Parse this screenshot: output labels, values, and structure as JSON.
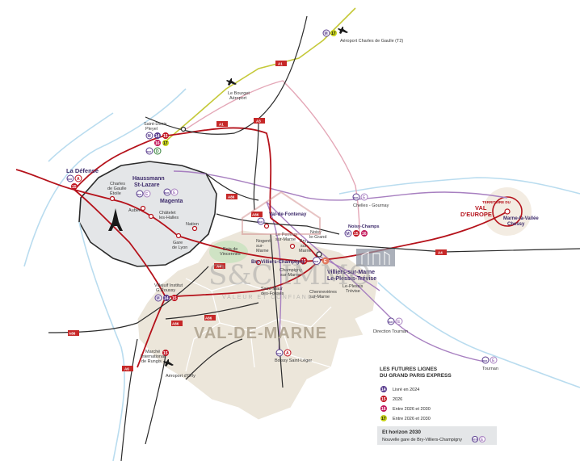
{
  "labels": {
    "cdg": "Aéroport Charles de Gaulle (T2)",
    "bourget_1": "Le Bourget",
    "bourget_2": "Aéroport",
    "saint_denis_1": "Saint-Denis",
    "saint_denis_2": "Pleyel",
    "la_defense": "La Défense",
    "cdg_etoile_1": "Charles",
    "cdg_etoile_2": "de Gaulle",
    "cdg_etoile_3": "Étoile",
    "haussmann_1": "Haussmann",
    "haussmann_2": "St-Lazare",
    "magenta": "Magenta",
    "auber": "Auber",
    "chatelet_1": "Châtelet",
    "chatelet_2": "les-Halles",
    "nation": "Nation",
    "gare_lyon_1": "Gare",
    "gare_lyon_2": "de Lyon",
    "val_fontenay": "Val-de-Fontenay",
    "perreux_1": "Le Perreux",
    "perreux_2": "sur-Marne",
    "nogent_1": "Nogent",
    "nogent_2": "sur-",
    "nogent_3": "Marne",
    "noisy_1": "Noisy",
    "noisy_2": "le-Grand",
    "bry_1": "Bry",
    "bry_2": "sur-",
    "bry_3": "Marne",
    "noisy_champs": "Noisy-Champs",
    "chelles_gournay": "Chelles - Gournay",
    "territoire_1": "TERRITOIRE DU",
    "territoire_2": "VAL",
    "territoire_3": "D'EUROPE",
    "marne_vallee_1": "Marne-la-Vallée",
    "marne_vallee_2": "Chessy",
    "bois_1": "Bois de",
    "bois_2": "Vincennes",
    "bry_villiers": "Bry-Villiers-Champigny",
    "champigny_1": "Champigny",
    "champigny_2": "sur-Marne",
    "villiers_1": "Villiers-sur-Marne",
    "villiers_2": "Le-Plessis-Trévise",
    "saint_maur_1": "Saint-Maur",
    "saint_maur_2": "des-Fossés",
    "chennevieres_1": "Chennevières",
    "chennevieres_2": "sur-Marne",
    "plessis_1": "Le-Plessis",
    "plessis_2": "Trévise",
    "villejuif_1": "Villejuif Institut",
    "villejuif_2": "G.Roussy",
    "val_de_marne": "VAL-DE-MARNE",
    "direction_tournan": "Direction Tournan",
    "marche_1": "Marché",
    "marche_2": "International",
    "marche_3": "de Rungis",
    "boissy": "Boissy Saint-Léger",
    "orly": "Aéroport d'Orly",
    "tournan": "Tournan"
  },
  "roads": {
    "a1_top": "A1",
    "a1_mid": "A1",
    "a3": "A3",
    "a86_n": "A86",
    "a86_e": "A86",
    "a4": "A4",
    "a4_e": "A4",
    "a86_s": "A86",
    "a86_sw": "A86",
    "a6": "A6",
    "a86_w": "A86"
  },
  "watermark": {
    "brand": "S&C IMMO",
    "tagline": "VALEUR ET CONFIANCE"
  },
  "badges": {
    "metro": "M",
    "rer": "RER",
    "l14": "14",
    "l15": "15",
    "l16": "16",
    "l17": "17",
    "rer_a": "A",
    "rer_b": "B",
    "rer_d": "D",
    "rer_e": "E"
  },
  "legend": {
    "title_1": "LES FUTURES LIGNES",
    "title_2": "DU GRAND PARIS EXPRESS",
    "items": [
      {
        "badge": "14",
        "text": "Livré en 2024",
        "color": "#5a3e8f"
      },
      {
        "badge": "15",
        "text": "2026",
        "color": "#c1121f"
      },
      {
        "badge": "16",
        "text": "Entre 2026 et 2030",
        "color": "#c2185b"
      },
      {
        "badge": "17",
        "text": "Entre 2026 et 2030",
        "color": "#c5d11a"
      }
    ],
    "horizon_title": "Et horizon 2030",
    "horizon_text": "Nouvelle gare de Bry-Villiers-Champigny"
  },
  "colors": {
    "red_line": "#b5121b",
    "purple_line": "#a77fc0",
    "yellow_line": "#c5c93a",
    "blue_line": "#b9dcef",
    "road": "#2b2b2b",
    "paris": "#e4e6e8",
    "vdm": "#ece6da",
    "wood": "#cfe3c4"
  }
}
